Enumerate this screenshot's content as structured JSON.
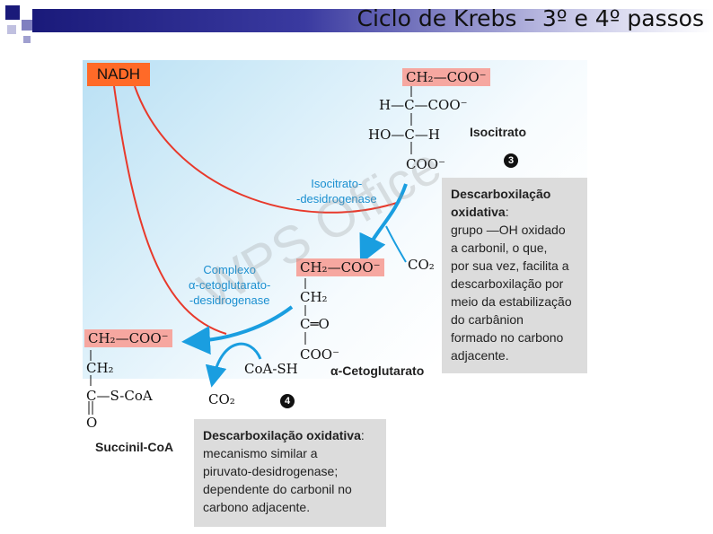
{
  "title": "Ciclo de Krebs – 3º e 4º passos",
  "nadh": "NADH",
  "isocitrate": {
    "row1_hl": "CH₂—COO⁻",
    "row2": "H—C—COO⁻",
    "row3": "HO—C—H",
    "row4": "COO⁻",
    "name": "Isocitrato",
    "step": "3"
  },
  "enzyme1": [
    "Isocitrato-",
    "-desidrogenase"
  ],
  "co2_1": "CO₂",
  "akg": {
    "row1_hl": "CH₂—COO⁻",
    "row2": "CH₂",
    "row3": "C═O",
    "row4": "COO⁻",
    "name": "α-Cetoglutarato"
  },
  "enzyme2": [
    "Complexo",
    "α-cetoglutarato-",
    "-desidrogenase"
  ],
  "coash": "CoA-SH",
  "co2_2": "CO₂",
  "step4": "4",
  "succinyl": {
    "row1_hl": "CH₂—COO⁻",
    "row2": "CH₂",
    "row3": "C—S-CoA",
    "row4": "O",
    "name": "Succinil-CoA"
  },
  "box1": {
    "heading": "Descarboxilação oxidativa",
    "lines": [
      "grupo —OH oxidado",
      "a carbonil, o que,",
      "por sua vez, facilita a",
      "descarboxilação por",
      "meio da estabilização",
      "do carbânion",
      "formado no carbono",
      "adjacente."
    ]
  },
  "box2": {
    "heading": "Descarboxilação oxidativa",
    "lines": [
      "mecanismo similar a",
      "piruvato-desidrogenase;",
      "dependente do carbonil no",
      "carbono adjacente."
    ]
  },
  "watermark": "WPS Office",
  "colors": {
    "accent_red": "#e8392b",
    "arrow_blue": "#1a9ee0",
    "highlight": "#f6a7a0",
    "nadh_bg": "#ff6a28"
  }
}
